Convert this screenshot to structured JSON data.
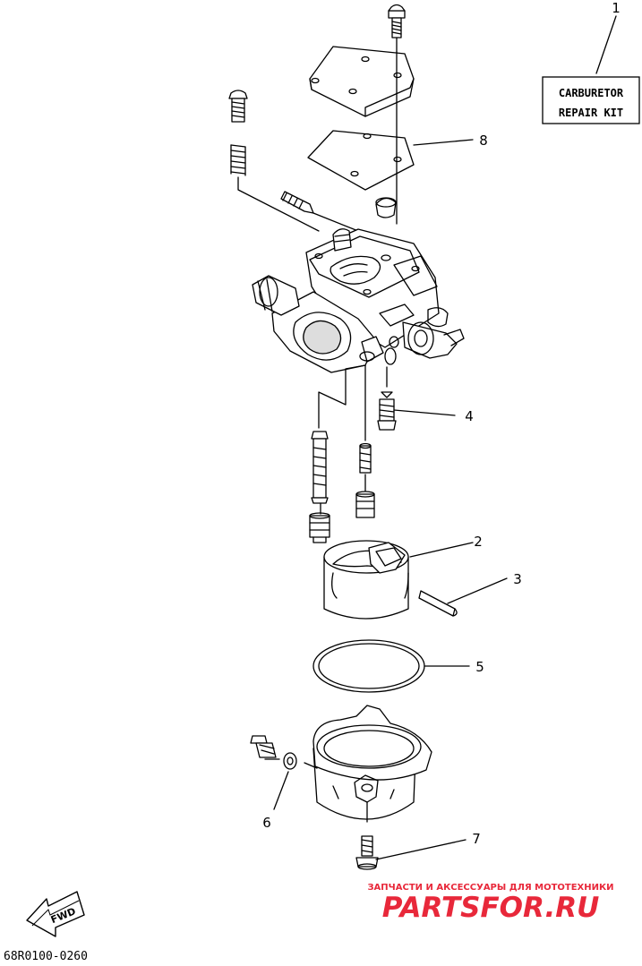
{
  "diagram": {
    "kit_label": {
      "line1": "CARBURETOR",
      "line2": "REPAIR KIT"
    },
    "callouts": [
      "1",
      "2",
      "3",
      "4",
      "5",
      "6",
      "7",
      "8"
    ],
    "drawing_code": "68R0100-0260",
    "fwd_label": "FWD"
  },
  "watermark": {
    "caption": "ЗАПЧАСТИ И АКСЕССУАРЫ ДЛЯ МОТОТЕХНИКИ",
    "logo": "PARTSFOR.RU",
    "color": "#e8283a"
  }
}
